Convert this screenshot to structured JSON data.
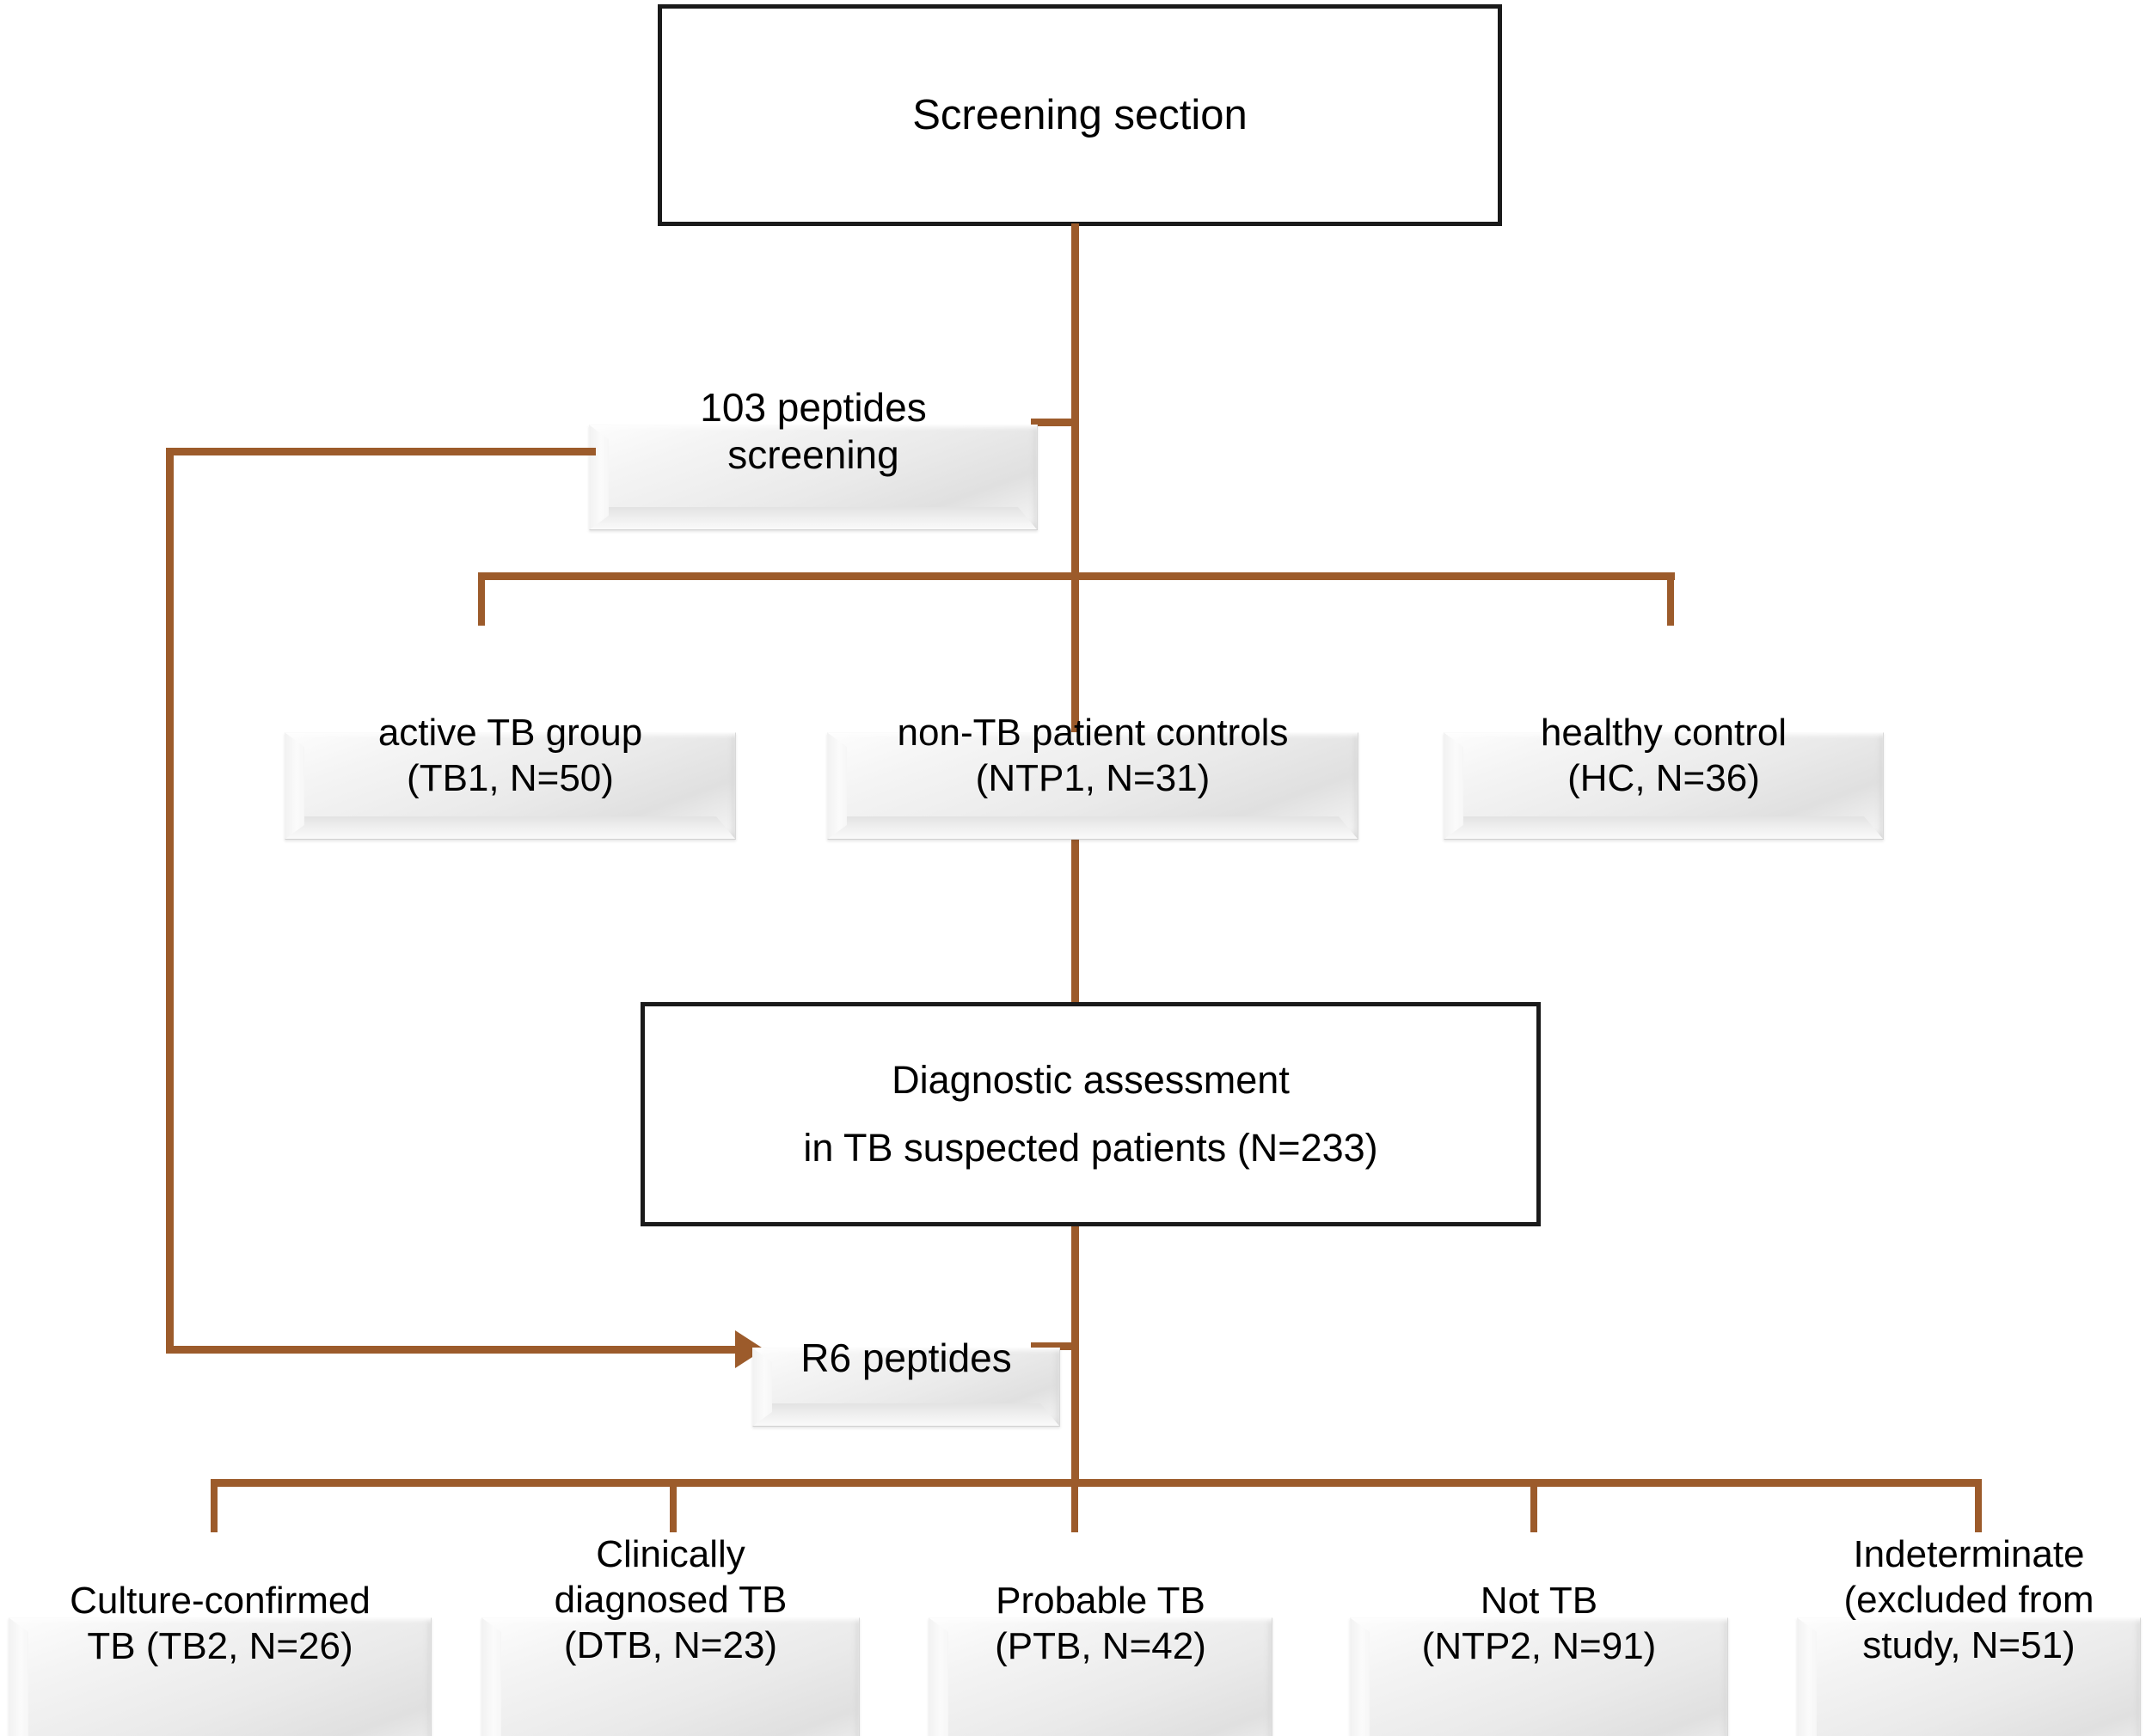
{
  "diagram": {
    "type": "flowchart",
    "title": "TB peptide screening and diagnostic assessment flowchart",
    "accent_color": "#9c5b2b",
    "node_border_color": "#1a1a1a",
    "node_fill_color": "#ffffff",
    "bevel_fill_color": "#ededed"
  },
  "nodes": {
    "screening_section": {
      "label": "Screening section"
    },
    "peptides_screening": {
      "label": "103 peptides\nscreening"
    },
    "active_tb_group": {
      "label": "active TB group\n(TB1, N=50)"
    },
    "non_tb_controls": {
      "label": "non-TB patient controls\n(NTP1, N=31)"
    },
    "healthy_control": {
      "label": "healthy control\n(HC, N=36)"
    },
    "diagnostic_assessment": {
      "line1": "Diagnostic assessment",
      "line2": "in TB suspected patients (N=233)"
    },
    "r6_peptides": {
      "label": "R6 peptides"
    },
    "culture_confirmed": {
      "label": "Culture-confirmed\nTB (TB2, N=26)"
    },
    "clinically_diagnosed": {
      "label": "Clinically\ndiagnosed TB\n(DTB, N=23)"
    },
    "probable_tb": {
      "label": "Probable TB\n(PTB, N=42)"
    },
    "not_tb": {
      "label": "Not TB\n(NTP2, N=91)"
    },
    "indeterminate": {
      "label": "Indeterminate\n(excluded from\nstudy, N=51)"
    }
  },
  "groups": {
    "screening_cohorts": [
      {
        "name": "active TB group",
        "code": "TB1",
        "n": 50
      },
      {
        "name": "non-TB patient controls",
        "code": "NTP1",
        "n": 31
      },
      {
        "name": "healthy control",
        "code": "HC",
        "n": 36
      }
    ],
    "diagnostic_outcomes": [
      {
        "name": "Culture-confirmed TB",
        "code": "TB2",
        "n": 26
      },
      {
        "name": "Clinically diagnosed TB",
        "code": "DTB",
        "n": 23
      },
      {
        "name": "Probable TB",
        "code": "PTB",
        "n": 42
      },
      {
        "name": "Not TB",
        "code": "NTP2",
        "n": 91
      },
      {
        "name": "Indeterminate (excluded from study)",
        "code": "",
        "n": 51
      }
    ],
    "totals": {
      "peptides_screened": 103,
      "selected_peptides": "R6",
      "tb_suspected_patients": 233
    }
  }
}
